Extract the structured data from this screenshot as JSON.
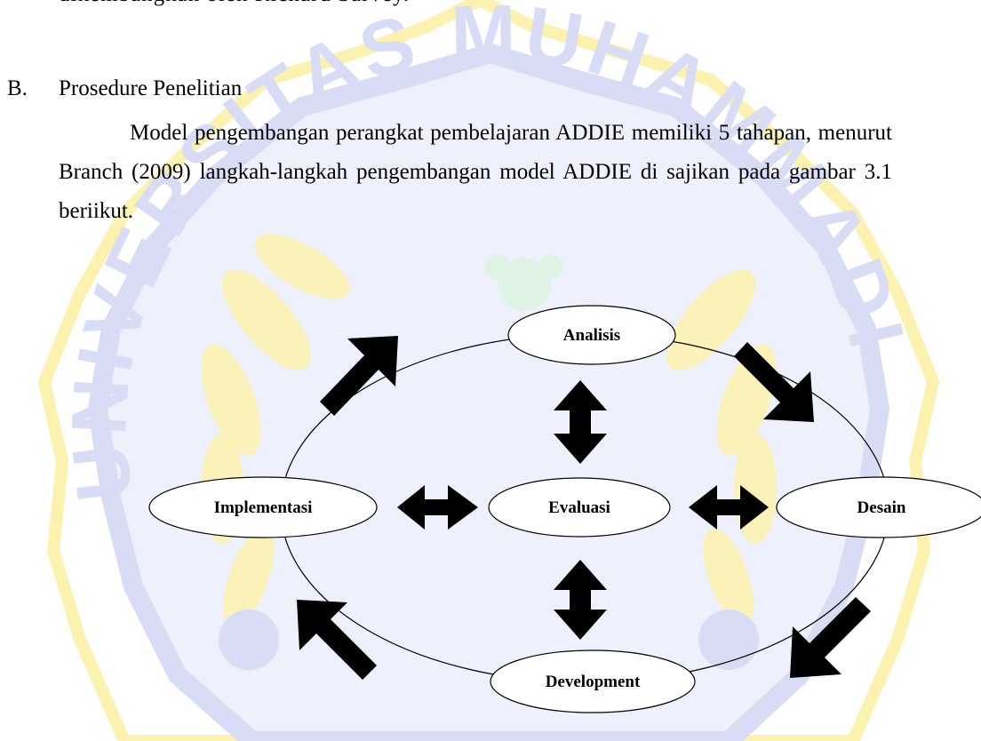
{
  "cut_text": "dikembangkan oleh Richard Sarvey.",
  "section": {
    "number": "B.",
    "title": "Prosedure Penelitian"
  },
  "paragraph": "Model pengembangan perangkat pembelajaran ADDIE memiliki 5 tahapan, menurut Branch (2009) langkah-langkah pengembangan model ADDIE di sajikan pada gambar 3.1 beriikut.",
  "diagram": {
    "nodes": {
      "analisis": "Analisis",
      "desain": "Desain",
      "development": "Development",
      "implementasi": "Implementasi",
      "evaluasi": "Evaluasi"
    }
  },
  "watermark": {
    "text": "UNIVERSITAS MUHAMMADIYAH",
    "colors": {
      "blue": "#d8dcf5",
      "yellow": "#fbf2b0",
      "green": "#dff3e4"
    }
  }
}
